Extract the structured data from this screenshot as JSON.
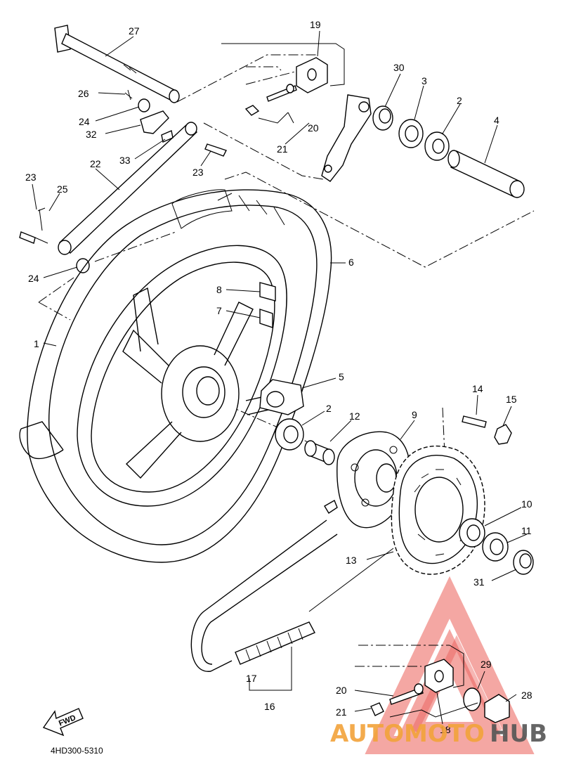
{
  "diagram": {
    "part_code": "4HD300-5310",
    "fwd_label": "FWD",
    "callouts": {
      "c1": "1",
      "c2a": "2",
      "c2b": "2",
      "c3": "3",
      "c4": "4",
      "c5": "5",
      "c6": "6",
      "c7": "7",
      "c8": "8",
      "c9": "9",
      "c10": "10",
      "c11": "11",
      "c12": "12",
      "c13": "13",
      "c14": "14",
      "c15": "15",
      "c16": "16",
      "c17": "17",
      "c18": "18",
      "c19": "19",
      "c20a": "20",
      "c20b": "20",
      "c21a": "21",
      "c21b": "21",
      "c22": "22",
      "c23a": "23",
      "c23b": "23",
      "c24a": "24",
      "c24b": "24",
      "c25": "25",
      "c26": "26",
      "c27": "27",
      "c28": "28",
      "c29": "29",
      "c30": "30",
      "c31": "31",
      "c32": "32",
      "c33": "33"
    }
  },
  "watermark": {
    "word_left": "AUTOMOTO",
    "word_right": "HUB",
    "color_left": "#f2a33a",
    "color_right": "#555555",
    "triangle_color": "#e8413a"
  }
}
